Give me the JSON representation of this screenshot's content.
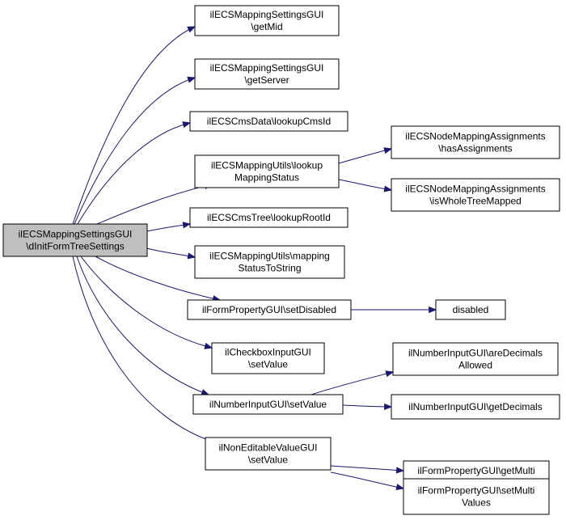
{
  "graph": {
    "edge_color": "#191970",
    "root_fill": "#bfbfbf",
    "nodes": [
      {
        "id": "root",
        "lines": [
          "ilECSMappingSettingsGUI",
          "\\dInitFormTreeSettings"
        ]
      },
      {
        "id": "getMid",
        "lines": [
          "ilECSMappingSettingsGUI",
          "\\getMid"
        ]
      },
      {
        "id": "getServer",
        "lines": [
          "ilECSMappingSettingsGUI",
          "\\getServer"
        ]
      },
      {
        "id": "lookupCmsId",
        "lines": [
          "ilECSCmsData\\lookupCmsId"
        ]
      },
      {
        "id": "lookupMappingStatus",
        "lines": [
          "ilECSMappingUtils\\lookup",
          "MappingStatus"
        ]
      },
      {
        "id": "hasAssignments",
        "lines": [
          "ilECSNodeMappingAssignments",
          "\\hasAssignments"
        ]
      },
      {
        "id": "isWholeTreeMapped",
        "lines": [
          "ilECSNodeMappingAssignments",
          "\\isWholeTreeMapped"
        ]
      },
      {
        "id": "lookupRootId",
        "lines": [
          "ilECSCmsTree\\lookupRootId"
        ]
      },
      {
        "id": "mappingStatusToString",
        "lines": [
          "ilECSMappingUtils\\mapping",
          "StatusToString"
        ]
      },
      {
        "id": "setDisabled",
        "lines": [
          "ilFormPropertyGUI\\setDisabled"
        ]
      },
      {
        "id": "disabled",
        "lines": [
          "disabled"
        ]
      },
      {
        "id": "checkboxSetValue",
        "lines": [
          "ilCheckboxInputGUI",
          "\\setValue"
        ]
      },
      {
        "id": "areDecimalsAllowed",
        "lines": [
          "ilNumberInputGUI\\areDecimals",
          "Allowed"
        ]
      },
      {
        "id": "numberSetValue",
        "lines": [
          "ilNumberInputGUI\\setValue"
        ]
      },
      {
        "id": "getDecimals",
        "lines": [
          "ilNumberInputGUI\\getDecimals"
        ]
      },
      {
        "id": "nonEditableSetValue",
        "lines": [
          "ilNonEditableValueGUI",
          "\\setValue"
        ]
      },
      {
        "id": "getMulti",
        "lines": [
          "ilFormPropertyGUI\\getMulti"
        ]
      },
      {
        "id": "setMultiValues",
        "lines": [
          "ilFormPropertyGUI\\setMulti",
          "Values"
        ]
      }
    ],
    "edges": [
      {
        "from": "root",
        "to": "getMid"
      },
      {
        "from": "root",
        "to": "getServer"
      },
      {
        "from": "root",
        "to": "lookupCmsId"
      },
      {
        "from": "root",
        "to": "lookupMappingStatus"
      },
      {
        "from": "root",
        "to": "lookupRootId"
      },
      {
        "from": "root",
        "to": "mappingStatusToString"
      },
      {
        "from": "root",
        "to": "setDisabled"
      },
      {
        "from": "root",
        "to": "checkboxSetValue"
      },
      {
        "from": "root",
        "to": "numberSetValue"
      },
      {
        "from": "root",
        "to": "nonEditableSetValue"
      },
      {
        "from": "lookupMappingStatus",
        "to": "hasAssignments"
      },
      {
        "from": "lookupMappingStatus",
        "to": "isWholeTreeMapped"
      },
      {
        "from": "setDisabled",
        "to": "disabled"
      },
      {
        "from": "numberSetValue",
        "to": "areDecimalsAllowed"
      },
      {
        "from": "numberSetValue",
        "to": "getDecimals"
      },
      {
        "from": "nonEditableSetValue",
        "to": "getMulti"
      },
      {
        "from": "nonEditableSetValue",
        "to": "setMultiValues"
      }
    ]
  }
}
